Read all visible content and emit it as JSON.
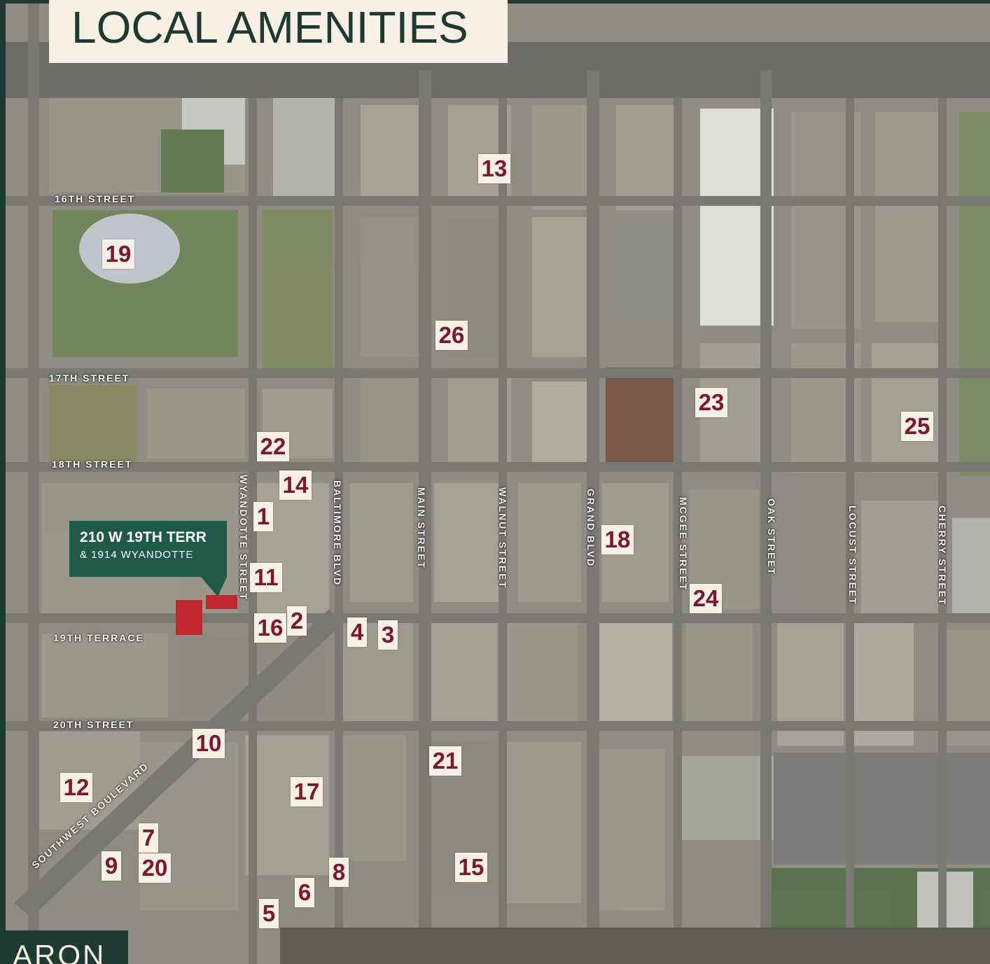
{
  "title": "LOCAL AMENITIES",
  "property": {
    "address": "210 W 19TH TERR",
    "secondary": "& 1914 WYANDOTTE",
    "callout_color": "#1f5a48",
    "parcel_color": "#c1272d"
  },
  "logo_text": "ARON",
  "colors": {
    "marker_text": "#7e1630",
    "marker_bg": "#f6f1e4",
    "title_bg": "#f6f1e4",
    "title_text": "#1f3a33",
    "frame": "#1f3a33"
  },
  "markers": [
    "1",
    "2",
    "3",
    "4",
    "5",
    "6",
    "7",
    "8",
    "9",
    "10",
    "11",
    "12",
    "13",
    "14",
    "15",
    "16",
    "17",
    "18",
    "19",
    "20",
    "21",
    "22",
    "23",
    "24",
    "25",
    "26"
  ],
  "streets": {
    "s16": "16TH  STREET",
    "s17": "17TH  STREET",
    "s18": "18TH  STREET",
    "s19": "19TH  TERRACE",
    "s20": "20TH  STREET",
    "wyandotte": "WYANDOTTE STREET",
    "baltimore": "BALTIMORE BLVD",
    "main": "MAIN STREET",
    "walnut": "WALNUT STREET",
    "grand": "GRAND BLVD",
    "mcgee": "MCGEE STREET",
    "oak": "OAK STREET",
    "locust": "LOCUST STREET",
    "cherry": "CHERRY STREET",
    "southwest": "SOUTHWEST BOULEVARD"
  }
}
